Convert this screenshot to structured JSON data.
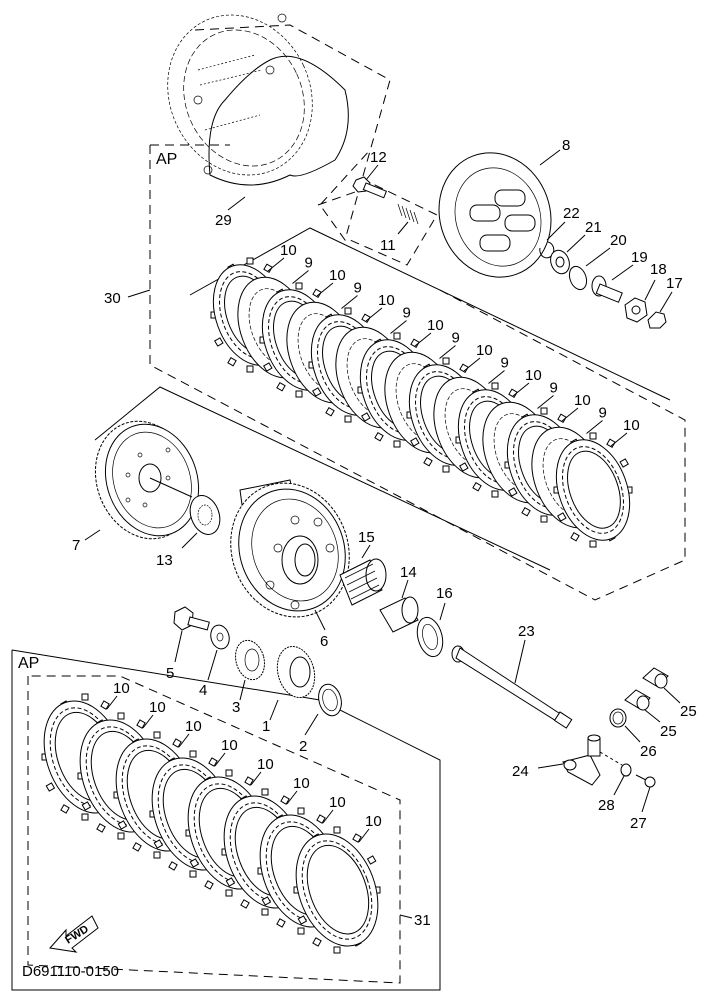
{
  "diagram": {
    "title_code": "D691110-0150",
    "direction_indicator": "FWD",
    "groups": [
      {
        "id": "ap-upper",
        "label": "AP",
        "callout": "30"
      },
      {
        "id": "ap-lower",
        "label": "AP",
        "callout": "31"
      }
    ],
    "callouts": [
      {
        "n": "1",
        "part": "primary-driven-gear"
      },
      {
        "n": "2",
        "part": "bearing"
      },
      {
        "n": "3",
        "part": "gear"
      },
      {
        "n": "4",
        "part": "washer"
      },
      {
        "n": "5",
        "part": "bolt"
      },
      {
        "n": "6",
        "part": "clutch-housing"
      },
      {
        "n": "7",
        "part": "clutch-boss"
      },
      {
        "n": "8",
        "part": "pressure-plate"
      },
      {
        "n": "9",
        "part": "clutch-plate"
      },
      {
        "n": "10",
        "part": "friction-plate"
      },
      {
        "n": "11",
        "part": "clutch-spring"
      },
      {
        "n": "12",
        "part": "bolt"
      },
      {
        "n": "13",
        "part": "lock-washer"
      },
      {
        "n": "14",
        "part": "spacer"
      },
      {
        "n": "15",
        "part": "needle-bearing"
      },
      {
        "n": "16",
        "part": "thrust-washer"
      },
      {
        "n": "17",
        "part": "lock-washer"
      },
      {
        "n": "18",
        "part": "nut"
      },
      {
        "n": "19",
        "part": "push-rod"
      },
      {
        "n": "20",
        "part": "bearing"
      },
      {
        "n": "21",
        "part": "washer"
      },
      {
        "n": "22",
        "part": "circlip"
      },
      {
        "n": "23",
        "part": "push-lever-shaft"
      },
      {
        "n": "24",
        "part": "push-lever"
      },
      {
        "n": "25",
        "part": "bearing"
      },
      {
        "n": "26",
        "part": "oil-seal"
      },
      {
        "n": "27",
        "part": "screw"
      },
      {
        "n": "28",
        "part": "washer"
      },
      {
        "n": "29",
        "part": "gasket"
      },
      {
        "n": "30",
        "part": "clutch-kit-upper"
      },
      {
        "n": "31",
        "part": "friction-plate-kit"
      }
    ],
    "labels": {
      "c1": "1",
      "c2": "2",
      "c3": "3",
      "c4": "4",
      "c5": "5",
      "c6": "6",
      "c7": "7",
      "c8": "8",
      "c11": "11",
      "c12": "12",
      "c13": "13",
      "c14": "14",
      "c15": "15",
      "c16": "16",
      "c17": "17",
      "c18": "18",
      "c19": "19",
      "c20": "20",
      "c21": "21",
      "c22": "22",
      "c23": "23",
      "c24": "24",
      "c25a": "25",
      "c25b": "25",
      "c26": "26",
      "c27": "27",
      "c28": "28",
      "c29": "29",
      "c30": "30",
      "c31": "31",
      "plate9": "9",
      "plate10": "10"
    }
  }
}
